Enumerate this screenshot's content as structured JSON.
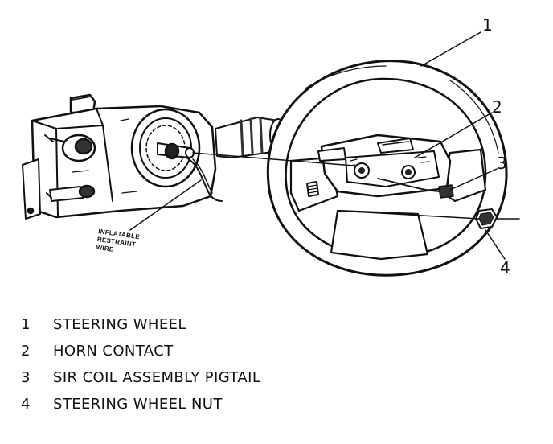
{
  "wire_label": [
    "INFLATABLE",
    "RESTRAINT",
    "WIRE"
  ],
  "callouts": [
    "1",
    "2",
    "3",
    "4"
  ],
  "legend": [
    {
      "num": "1",
      "text": "STEERING WHEEL"
    },
    {
      "num": "2",
      "text": "HORN CONTACT"
    },
    {
      "num": "3",
      "text": "SIR COIL ASSEMBLY PIGTAIL"
    },
    {
      "num": "4",
      "text": "STEERING WHEEL NUT"
    }
  ]
}
